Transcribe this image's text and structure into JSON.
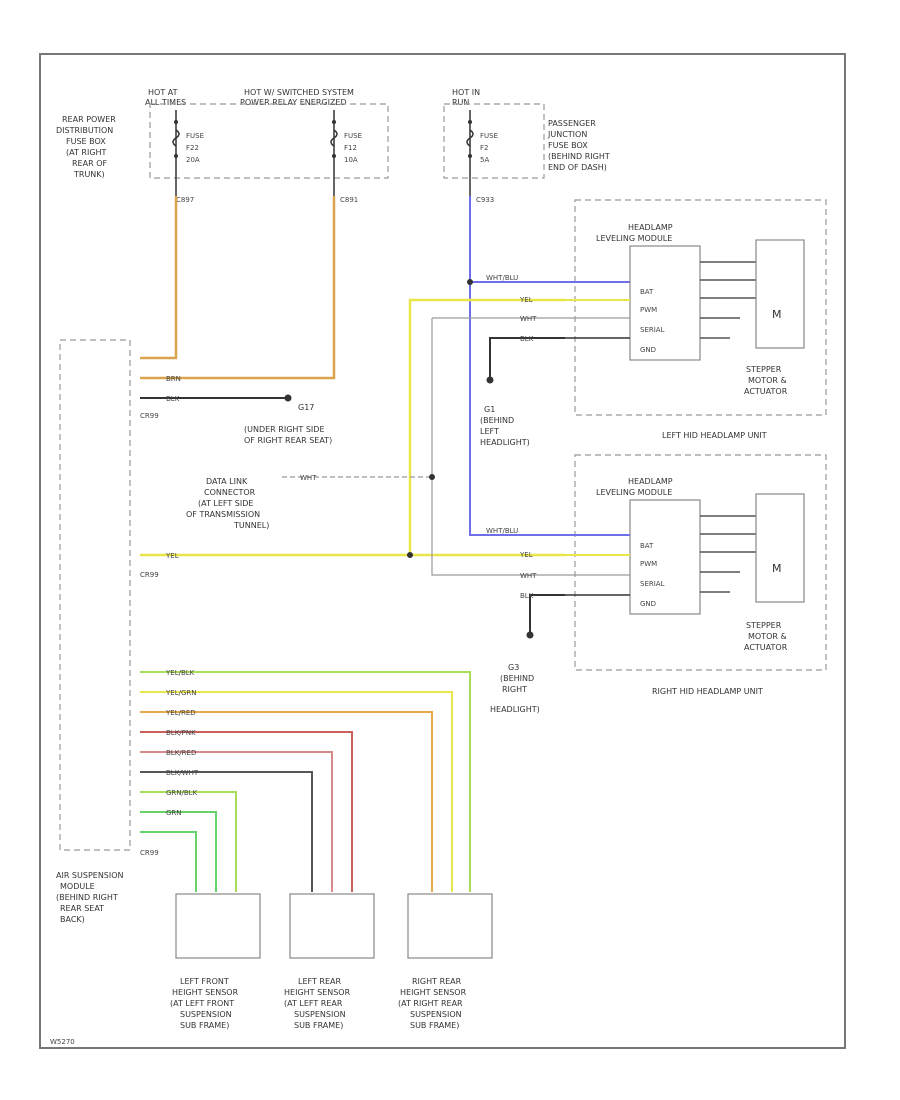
{
  "labels": {
    "hot_at_all_times": [
      "HOT AT",
      "ALL TIMES"
    ],
    "hot_switched": [
      "HOT W/ SWITCHED SYSTEM",
      "POWER RELAY ENERGIZED"
    ],
    "hot_in_run": [
      "HOT IN",
      "RUN"
    ],
    "rear_fuse_box": [
      "REAR POWER",
      "DISTRIBUTION",
      "FUSE BOX",
      "(AT RIGHT",
      "REAR OF",
      "TRUNK)"
    ],
    "passenger_jb": [
      "PASSENGER",
      "JUNCTION",
      "FUSE BOX",
      "(BEHIND RIGHT",
      "END OF DASH)"
    ],
    "fuse1": [
      "FUSE",
      "F22",
      "20A"
    ],
    "fuse2": [
      "FUSE",
      "F12",
      "10A"
    ],
    "fuse3": [
      "FUSE",
      "F2",
      "5A"
    ],
    "c_r97": "C897",
    "c_r91": "C891",
    "c_r93": "C933",
    "hl_module_left": [
      "HEADLAMP",
      "LEVELING MODULE"
    ],
    "hl_module_right": [
      "HEADLAMP",
      "LEVELING MODULE"
    ],
    "module_pins": [
      "BAT",
      "PWM",
      "SERIAL",
      "GND"
    ],
    "motor_m": "M",
    "stepper_left": [
      "STEPPER",
      "MOTOR &",
      "ACTUATOR"
    ],
    "stepper_right": [
      "STEPPER",
      "MOTOR &",
      "ACTUATOR"
    ],
    "left_unit": "LEFT HID HEADLAMP UNIT",
    "right_unit": "RIGHT HID HEADLAMP UNIT",
    "g17": [
      "G17",
      "(UNDER RIGHT SIDE",
      "OF RIGHT REAR SEAT)"
    ],
    "g1": [
      "G1",
      "(BEHIND",
      "LEFT",
      "HEADLIGHT)"
    ],
    "g3": [
      "G3",
      "(BEHIND",
      "RIGHT",
      "HEADLIGHT)"
    ],
    "dlc": [
      "DATA LINK",
      "CONNECTOR",
      "(AT LEFT SIDE",
      "OF TRANSMISSION",
      "TUNNEL)"
    ],
    "c_r99_top": "CR99",
    "c_r99_mid": "CR99",
    "c_r99_bot": "CR99",
    "air_susp": [
      "AIR SUSPENSION",
      "MODULE",
      "(BEHIND RIGHT",
      "REAR SEAT",
      "BACK)"
    ],
    "sensor_lf": [
      "LEFT FRONT",
      "HEIGHT SENSOR",
      "(AT LEFT FRONT",
      "SUSPENSION",
      "SUB FRAME)"
    ],
    "sensor_lr": [
      "LEFT REAR",
      "HEIGHT SENSOR",
      "(AT LEFT REAR",
      "SUSPENSION",
      "SUB FRAME)"
    ],
    "sensor_rr": [
      "RIGHT REAR",
      "HEIGHT SENSOR",
      "(AT RIGHT REAR",
      "SUSPENSION",
      "SUB FRAME)"
    ],
    "figure_id": "W5270"
  },
  "wires": {
    "wht_blu": "WHT/BLU",
    "yel": "YEL",
    "wht": "WHT",
    "blk": "BLK",
    "brn": "BRN",
    "yel_blk": "YEL/BLK",
    "yel_grn": "YEL/GRN",
    "yel_red": "YEL/RED",
    "blk_pnk": "BLK/PNK",
    "blk_red": "BLK/RED",
    "blk_wht": "BLK/WHT",
    "grn_blk": "GRN/BLK",
    "grn": "GRN"
  },
  "colors": {
    "orange": "#e8a94a",
    "tan": "#d9a44e",
    "yellow": "#e9e64a",
    "blue": "#6f6fe8",
    "gray": "#9a9a9a",
    "black": "#333333",
    "green": "#69d36b",
    "lightgreen": "#a8dd5a",
    "pink": "#d98a8a",
    "red": "#c9605c"
  }
}
